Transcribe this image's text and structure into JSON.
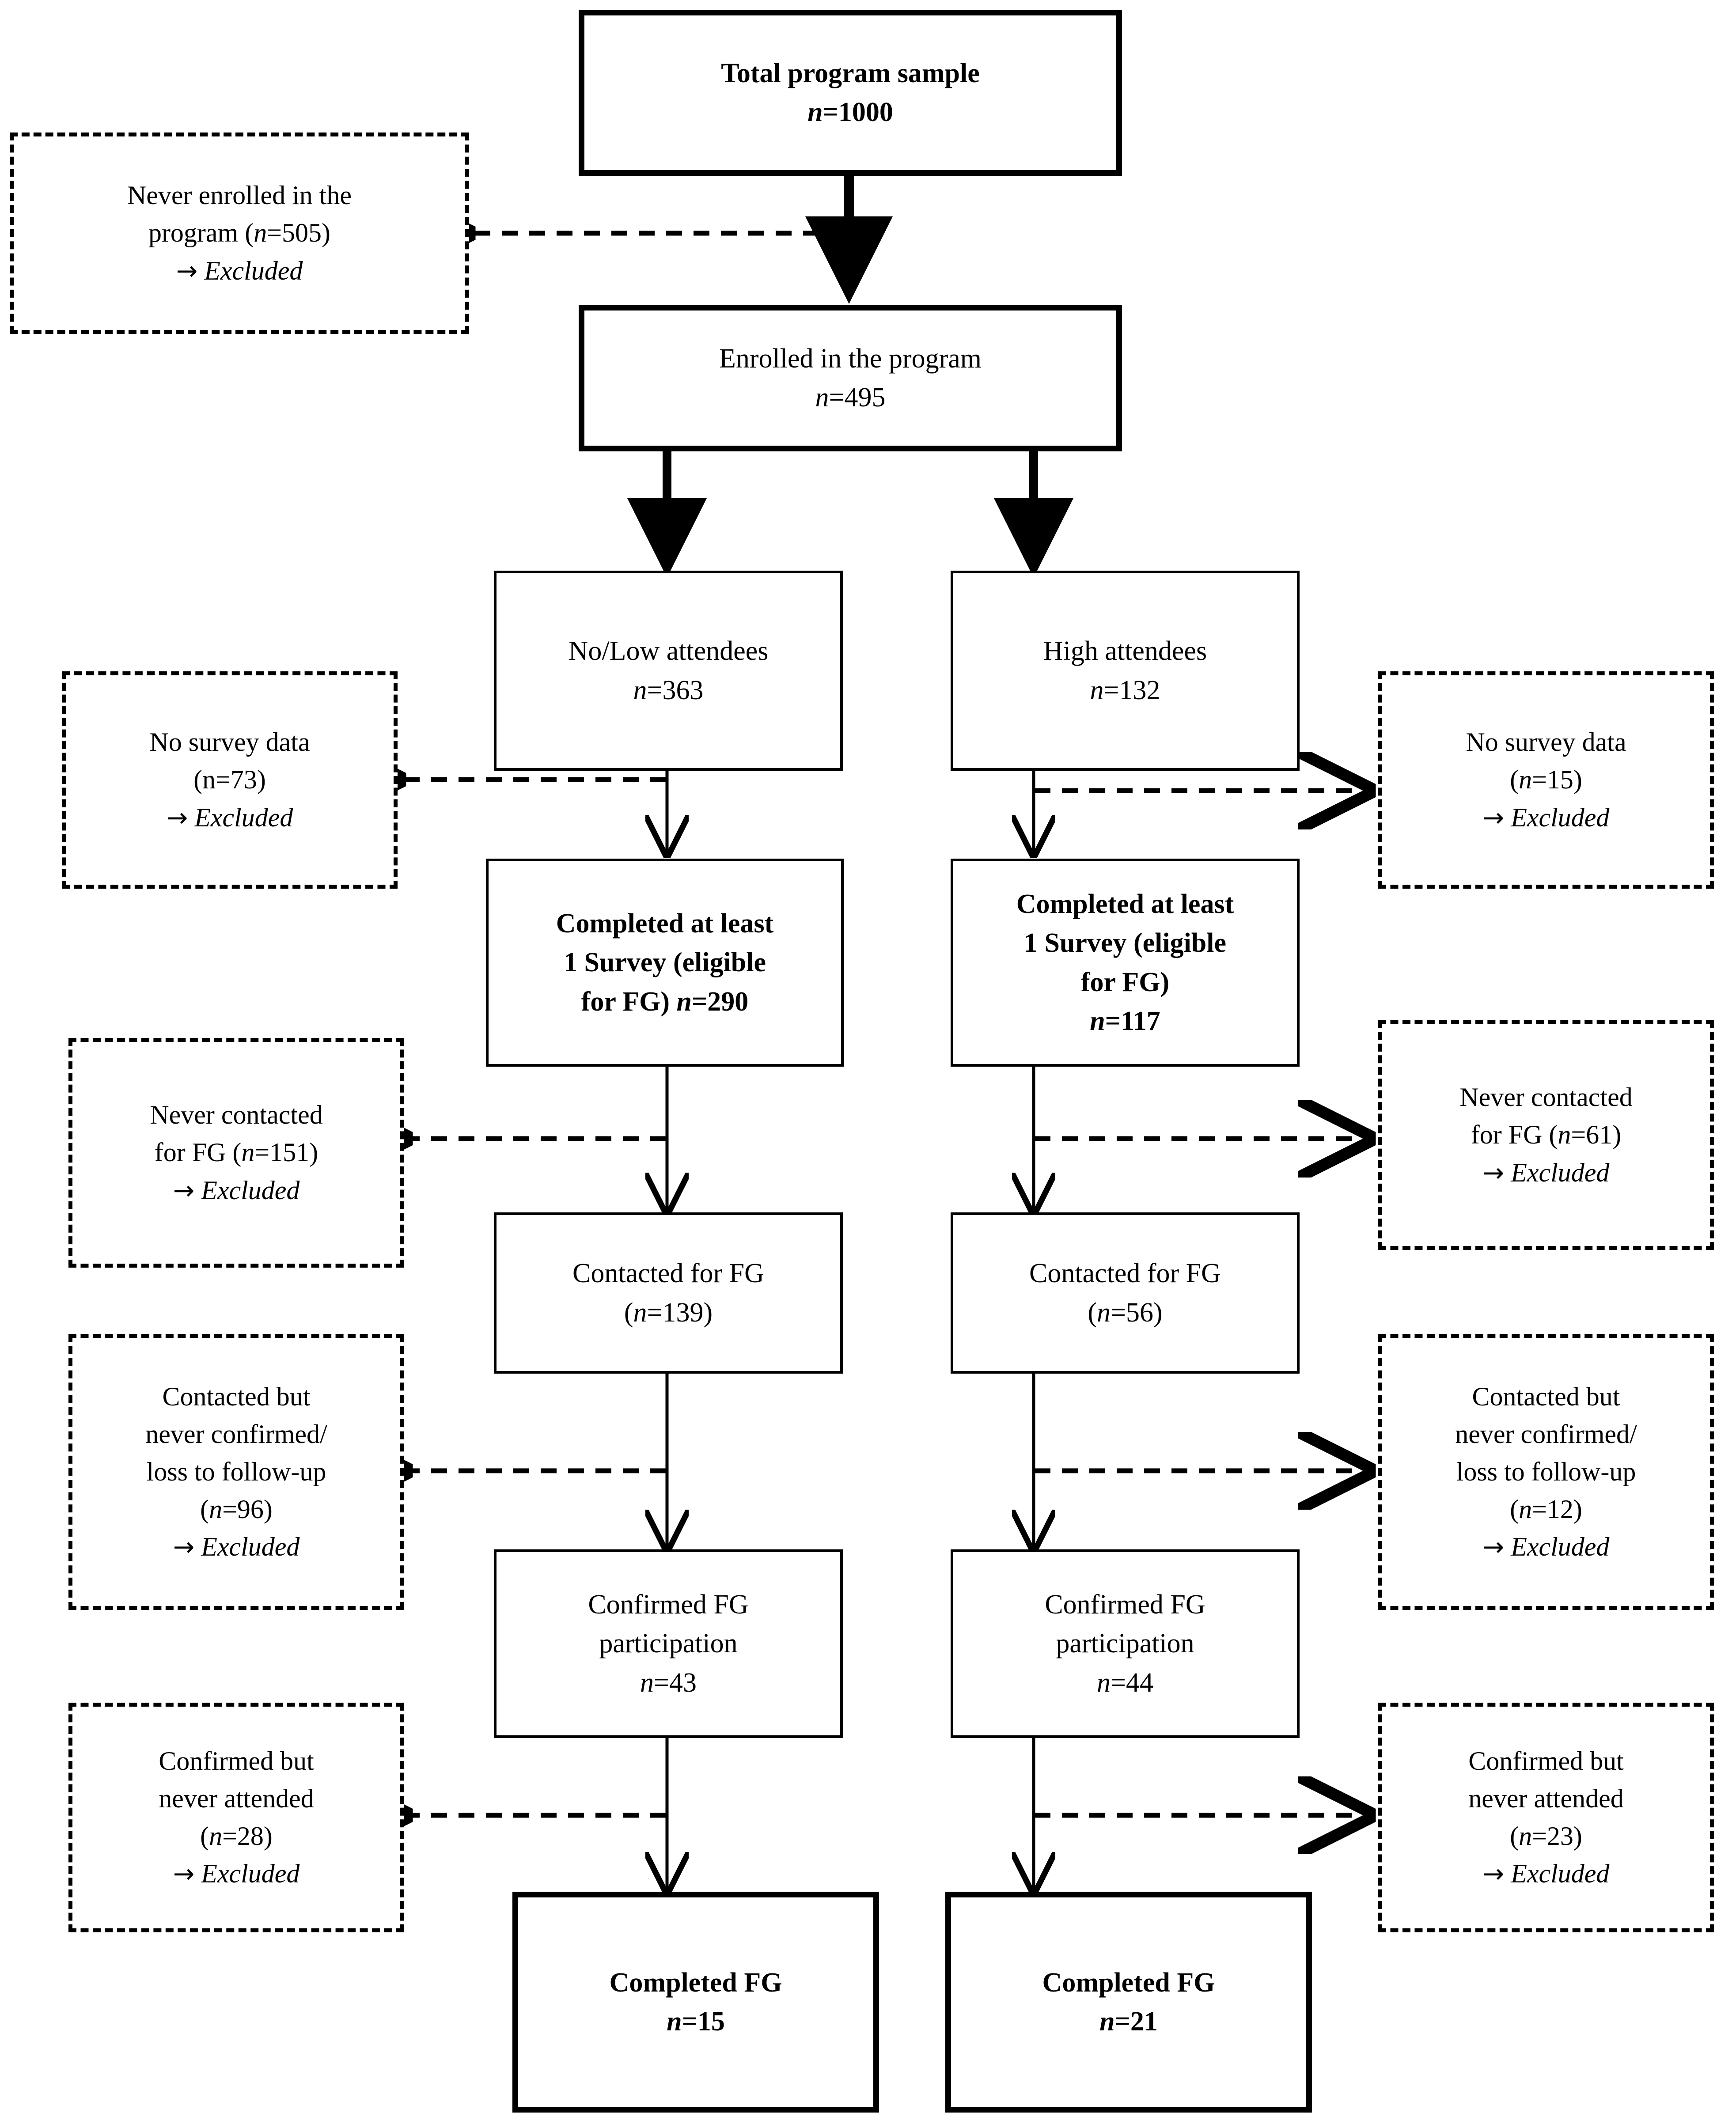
{
  "diagram": {
    "title": "Participant flow diagram (CONSORT-style)",
    "colors": {
      "stroke": "#000000",
      "background": "#ffffff"
    }
  },
  "nodes": {
    "total_sample": {
      "lines": [
        "Total program sample",
        "n=1000"
      ],
      "bold": true,
      "style": "solid-thick"
    },
    "never_enrolled": {
      "lines": [
        "Never enrolled in the",
        "program (n=505)",
        "→ Excluded"
      ],
      "style": "dashed"
    },
    "enrolled": {
      "lines": [
        "Enrolled in the program",
        "n=495"
      ],
      "style": "solid-thick"
    },
    "no_low_attendees": {
      "lines": [
        "No/Low attendees",
        "n=363"
      ],
      "style": "solid"
    },
    "high_attendees": {
      "lines": [
        "High attendees",
        "n=132"
      ],
      "style": "solid"
    },
    "no_survey_left": {
      "lines": [
        "No survey data",
        "(n=73)",
        "→ Excluded"
      ],
      "style": "dashed"
    },
    "no_survey_right": {
      "lines": [
        "No survey data",
        "(n=15)",
        "→ Excluded"
      ],
      "style": "dashed"
    },
    "survey_left": {
      "lines": [
        "Completed at least",
        "1 Survey (eligible",
        "for FG) n=290"
      ],
      "bold": true,
      "style": "solid"
    },
    "survey_right": {
      "lines": [
        "Completed at least",
        "1 Survey (eligible",
        "for FG)",
        "n=117"
      ],
      "bold": true,
      "style": "solid"
    },
    "never_contacted_left": {
      "lines": [
        "Never contacted",
        "for FG (n=151)",
        "→ Excluded"
      ],
      "style": "dashed"
    },
    "never_contacted_right": {
      "lines": [
        "Never contacted",
        "for FG (n=61)",
        "→ Excluded"
      ],
      "style": "dashed"
    },
    "contacted_left": {
      "lines": [
        "Contacted for FG",
        "(n=139)"
      ],
      "style": "solid"
    },
    "contacted_right": {
      "lines": [
        "Contacted for FG",
        "(n=56)"
      ],
      "style": "solid"
    },
    "never_confirmed_left": {
      "lines": [
        "Contacted but",
        "never confirmed/",
        "loss to follow-up",
        "(n=96)",
        "→ Excluded"
      ],
      "style": "dashed"
    },
    "never_confirmed_right": {
      "lines": [
        "Contacted but",
        "never confirmed/",
        "loss to follow-up",
        "(n=12)",
        "→ Excluded"
      ],
      "style": "dashed"
    },
    "confirmed_left": {
      "lines": [
        "Confirmed FG",
        "participation",
        "n=43"
      ],
      "style": "solid"
    },
    "confirmed_right": {
      "lines": [
        "Confirmed FG",
        "participation",
        "n=44"
      ],
      "style": "solid"
    },
    "never_attended_left": {
      "lines": [
        "Confirmed but",
        "never attended",
        "(n=28)",
        "→ Excluded"
      ],
      "style": "dashed"
    },
    "never_attended_right": {
      "lines": [
        "Confirmed but",
        "never attended",
        "(n=23)",
        "→ Excluded"
      ],
      "style": "dashed"
    },
    "completed_left": {
      "lines": [
        "Completed FG",
        "n=15"
      ],
      "bold": true,
      "style": "solid-thick"
    },
    "completed_right": {
      "lines": [
        "Completed FG",
        "n=21"
      ],
      "bold": true,
      "style": "solid-thick"
    }
  },
  "text": {
    "total_sample_l1": "Total program sample",
    "total_sample_l2_n": "n",
    "total_sample_l2_v": "=1000",
    "never_enrolled_l1": "Never enrolled in the",
    "never_enrolled_l2_a": "program (",
    "never_enrolled_l2_n": "n",
    "never_enrolled_l2_b": "=505)",
    "excluded": "Excluded",
    "enrolled_l1": "Enrolled in the program",
    "enrolled_l2_n": "n",
    "enrolled_l2_v": "=495",
    "nolow_l1": "No/Low attendees",
    "nolow_l2_n": "n",
    "nolow_l2_v": "=363",
    "high_l1": "High attendees",
    "high_l2_n": "n",
    "high_l2_v": "=132",
    "nosurvey_l1": "No survey data",
    "nosurvey_left_l2": "(n=73)",
    "nosurvey_right_l2_a": "(",
    "nosurvey_right_l2_n": "n",
    "nosurvey_right_l2_b": "=15)",
    "survey_l1": "Completed at least",
    "survey_l2": "1 Survey (eligible",
    "survey_left_l3_a": "for FG) ",
    "survey_left_l3_n": "n",
    "survey_left_l3_b": "=290",
    "survey_right_l3": "for FG)",
    "survey_right_l4_n": "n",
    "survey_right_l4_v": "=117",
    "nevercontact_l1": "Never contacted",
    "nevercontact_l2_a": "for FG (",
    "nevercontact_l2_n": "n",
    "nevercontact_left_l2_b": "=151)",
    "nevercontact_right_l2_b": "=61)",
    "contacted_l1": "Contacted for FG",
    "contacted_left_l2_a": "(",
    "contacted_l2_n": "n",
    "contacted_left_l2_b": "=139)",
    "contacted_right_l2_b": "=56)",
    "neverconf_l1": "Contacted but",
    "neverconf_l2": "never confirmed/",
    "neverconf_l3": "loss to follow-up",
    "neverconf_l4_a": "(",
    "neverconf_l4_n": "n",
    "neverconf_left_l4_b": "=96)",
    "neverconf_right_l4_b": "=12)",
    "confirmed_l1": "Confirmed FG",
    "confirmed_l2": "participation",
    "confirmed_l3_n": "n",
    "confirmed_left_l3_v": "=43",
    "confirmed_right_l3_v": "=44",
    "neveratt_l1": "Confirmed but",
    "neveratt_l2": "never attended",
    "neveratt_l3_a": "(",
    "neveratt_l3_n": "n",
    "neveratt_left_l3_b": "=28)",
    "neveratt_right_l3_b": "=23)",
    "completed_l1": "Completed FG",
    "completed_l2_n": "n",
    "completed_left_l2_v": "=15",
    "completed_right_l2_v": "=21",
    "arrow_glyph": "→"
  },
  "chart_data": {
    "type": "flowchart",
    "title": "Participant flow through program, survey, and focus group stages",
    "stages": [
      {
        "label": "Total program sample",
        "n": 1000,
        "branch": "all"
      },
      {
        "label": "Never enrolled in the program",
        "n": 505,
        "branch": "excluded"
      },
      {
        "label": "Enrolled in the program",
        "n": 495,
        "branch": "all"
      },
      {
        "label": "No/Low attendees",
        "n": 363,
        "branch": "left"
      },
      {
        "label": "High attendees",
        "n": 132,
        "branch": "right"
      },
      {
        "label": "No survey data",
        "n": 73,
        "branch": "excluded-left"
      },
      {
        "label": "No survey data",
        "n": 15,
        "branch": "excluded-right"
      },
      {
        "label": "Completed at least 1 Survey (eligible for FG)",
        "n": 290,
        "branch": "left"
      },
      {
        "label": "Completed at least 1 Survey (eligible for FG)",
        "n": 117,
        "branch": "right"
      },
      {
        "label": "Never contacted for FG",
        "n": 151,
        "branch": "excluded-left"
      },
      {
        "label": "Never contacted for FG",
        "n": 61,
        "branch": "excluded-right"
      },
      {
        "label": "Contacted for FG",
        "n": 139,
        "branch": "left"
      },
      {
        "label": "Contacted for FG",
        "n": 56,
        "branch": "right"
      },
      {
        "label": "Contacted but never confirmed/loss to follow-up",
        "n": 96,
        "branch": "excluded-left"
      },
      {
        "label": "Contacted but never confirmed/loss to follow-up",
        "n": 12,
        "branch": "excluded-right"
      },
      {
        "label": "Confirmed FG participation",
        "n": 43,
        "branch": "left"
      },
      {
        "label": "Confirmed FG participation",
        "n": 44,
        "branch": "right"
      },
      {
        "label": "Confirmed but never attended",
        "n": 28,
        "branch": "excluded-left"
      },
      {
        "label": "Confirmed but never attended",
        "n": 23,
        "branch": "excluded-right"
      },
      {
        "label": "Completed FG",
        "n": 15,
        "branch": "left"
      },
      {
        "label": "Completed FG",
        "n": 21,
        "branch": "right"
      }
    ]
  }
}
